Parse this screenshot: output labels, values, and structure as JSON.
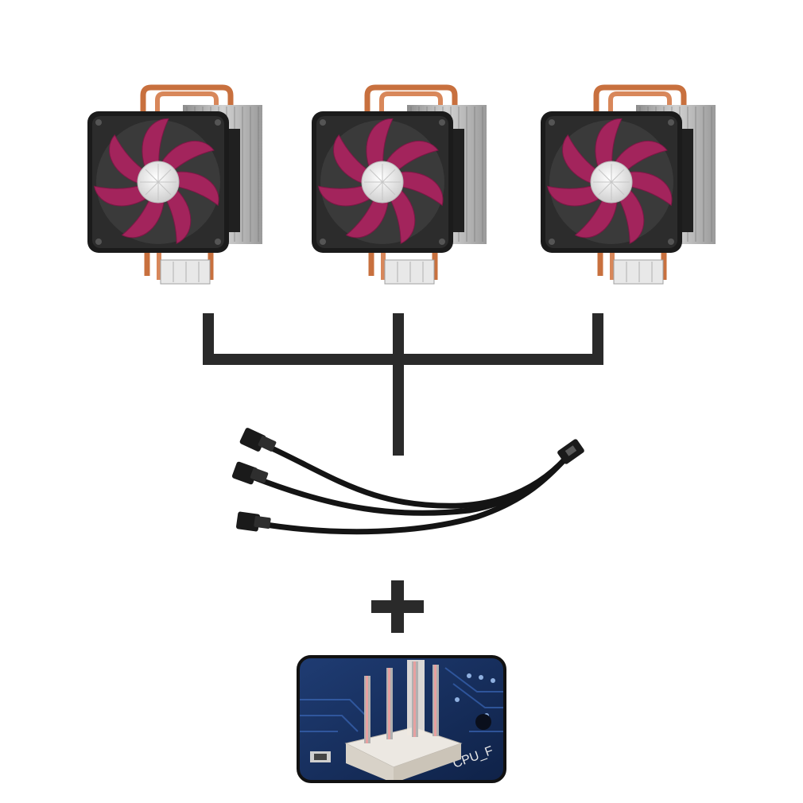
{
  "diagram": {
    "coolers": [
      {
        "id": "cooler-1",
        "fan_color": "#a3245c"
      },
      {
        "id": "cooler-2",
        "fan_color": "#a3245c"
      },
      {
        "id": "cooler-3",
        "fan_color": "#a3245c"
      }
    ],
    "connector": {
      "kind": "three-way-branch",
      "color": "#2a2a2a"
    },
    "splitter_cable": {
      "outputs": 3,
      "inputs": 1,
      "color": "#141414"
    },
    "plus_symbol": "+",
    "motherboard_header": {
      "pins": 4,
      "silkscreen_text": "CPU_F"
    },
    "colors": {
      "fan_blade": "#a3245c",
      "fan_frame": "#1b1b1b",
      "copper": "#c8703e",
      "pcb": "#1c3a6e",
      "header": "#ece8e2"
    }
  }
}
